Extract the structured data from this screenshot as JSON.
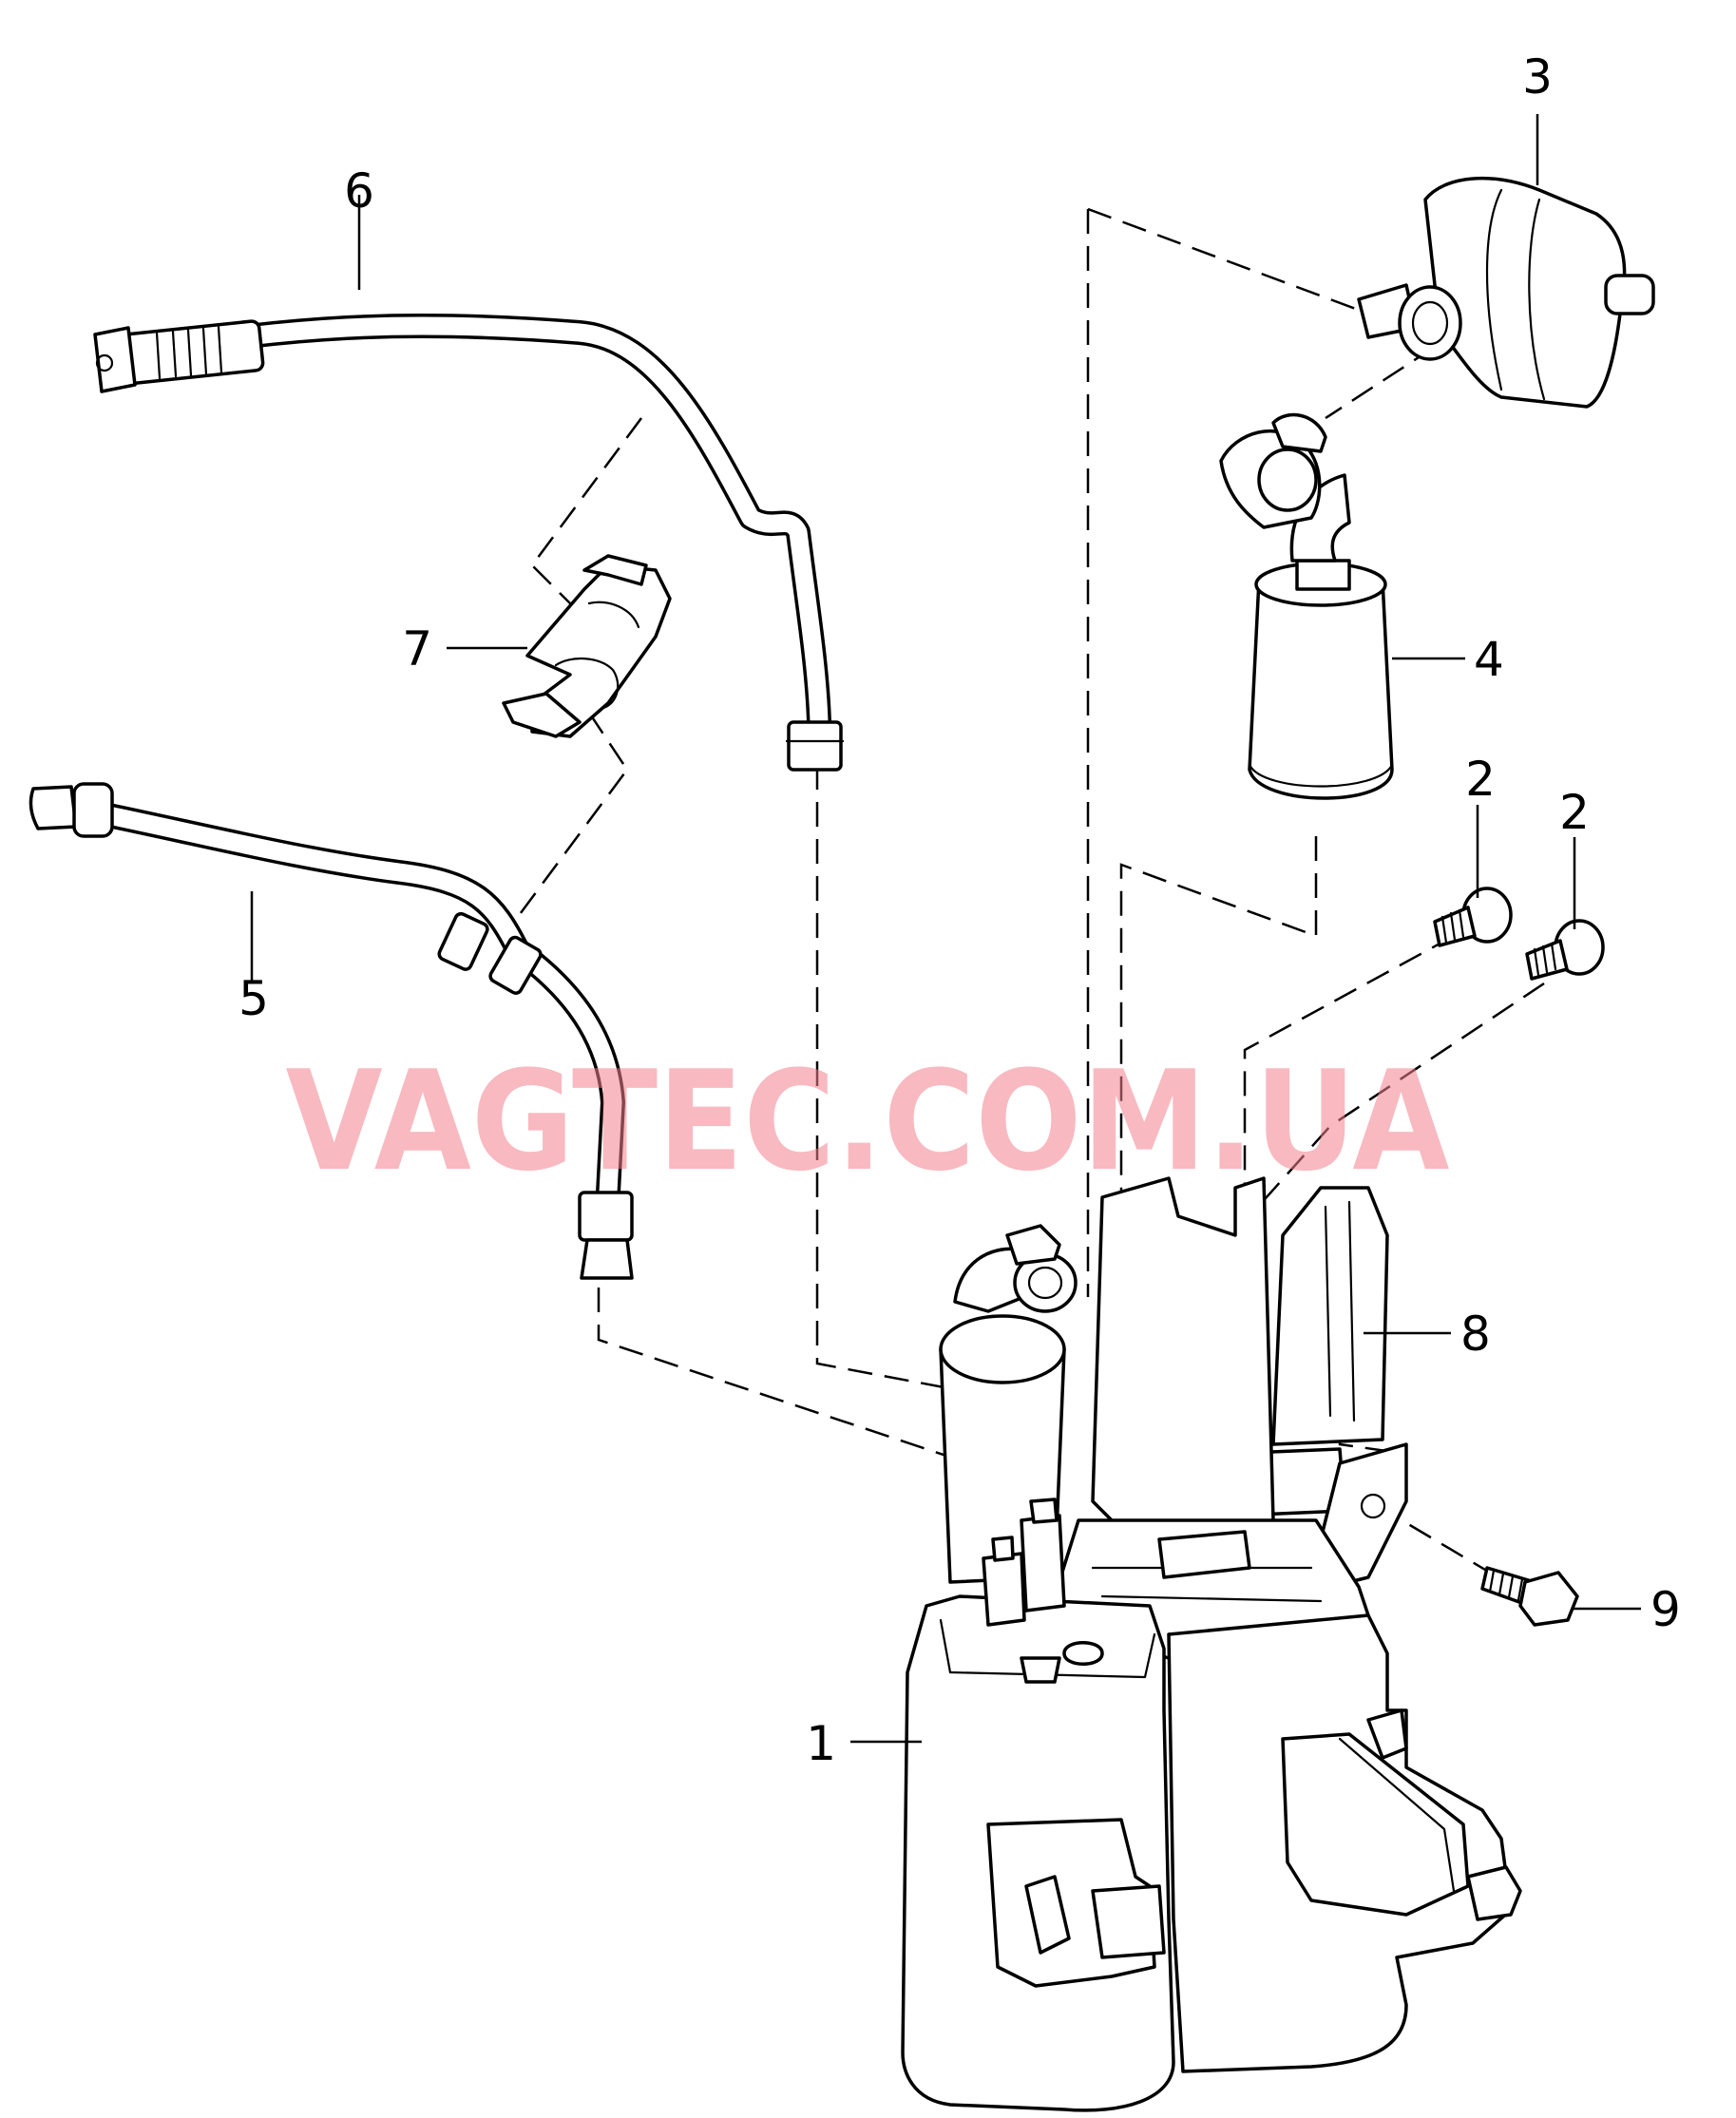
{
  "watermark": "VAGTEC.COM.UA",
  "callouts": {
    "c1": "1",
    "c2a": "2",
    "c2b": "2",
    "c3": "3",
    "c4": "4",
    "c5": "5",
    "c6": "6",
    "c7": "7",
    "c8": "8",
    "c9": "9"
  }
}
